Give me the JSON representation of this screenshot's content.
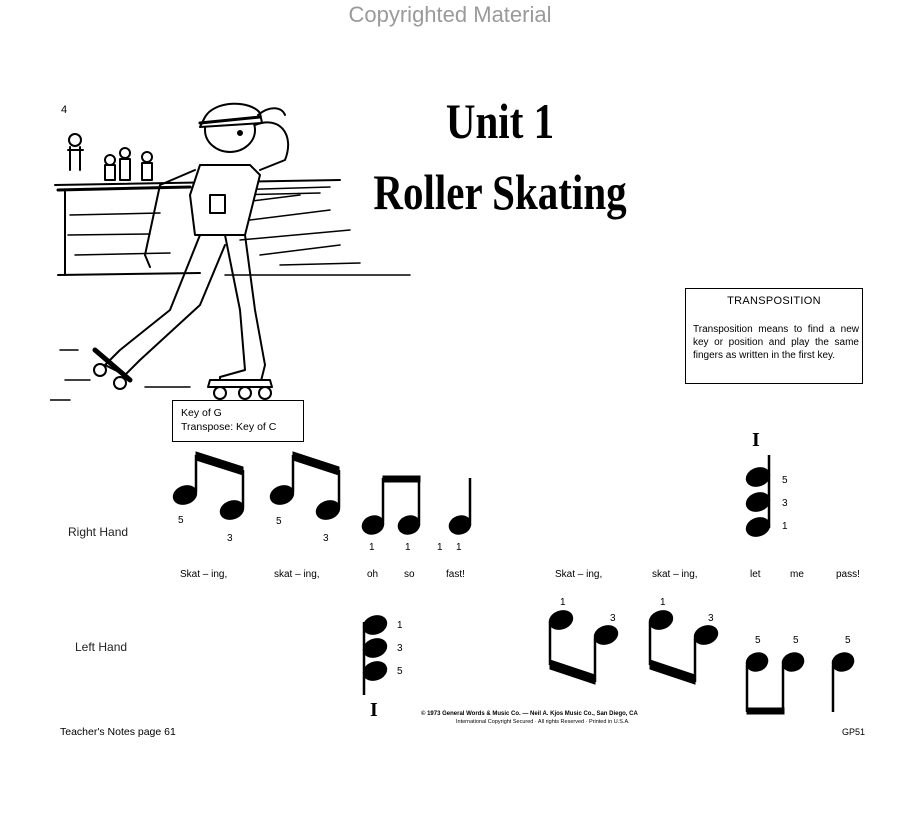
{
  "watermark": "Copyrighted Material",
  "page_number": "4",
  "title": "Unit 1",
  "subtitle": "Roller Skating",
  "transposition": {
    "title": "TRANSPOSITION",
    "body": "Transposition means to find a new key or position and play the same fingers as written in the first key."
  },
  "key_box": {
    "line1": "Key of G",
    "line2": "Transpose:   Key of C"
  },
  "right_hand_label": "Right Hand",
  "left_hand_label": "Left Hand",
  "lyrics": [
    "Skat – ing,",
    "skat – ing,",
    "oh",
    "so",
    "fast!",
    "Skat – ing,",
    "skat – ing,",
    "let",
    "me",
    "pass!"
  ],
  "right_hand_fingerings": [
    "5",
    "3",
    "5",
    "3",
    "1",
    "1",
    "1",
    "1"
  ],
  "chord_fingerings": [
    "1",
    "3",
    "5"
  ],
  "rh_chord_fingerings": [
    "5",
    "3",
    "1"
  ],
  "left_hand_fingerings": [
    "1",
    "3",
    "1",
    "3",
    "5",
    "5",
    "5"
  ],
  "roman_numeral": "I",
  "copyright_line1": "© 1973 General Words & Music Co. — Neil A. Kjos Music Co., San Diego, CA",
  "copyright_line2": "International Copyright Secured · All rights Reserved · Printed in U.S.A.",
  "teacher_notes": "Teacher's Notes page 61",
  "catalog_code": "GP51",
  "illustration": "boy-roller-skating-illustration"
}
